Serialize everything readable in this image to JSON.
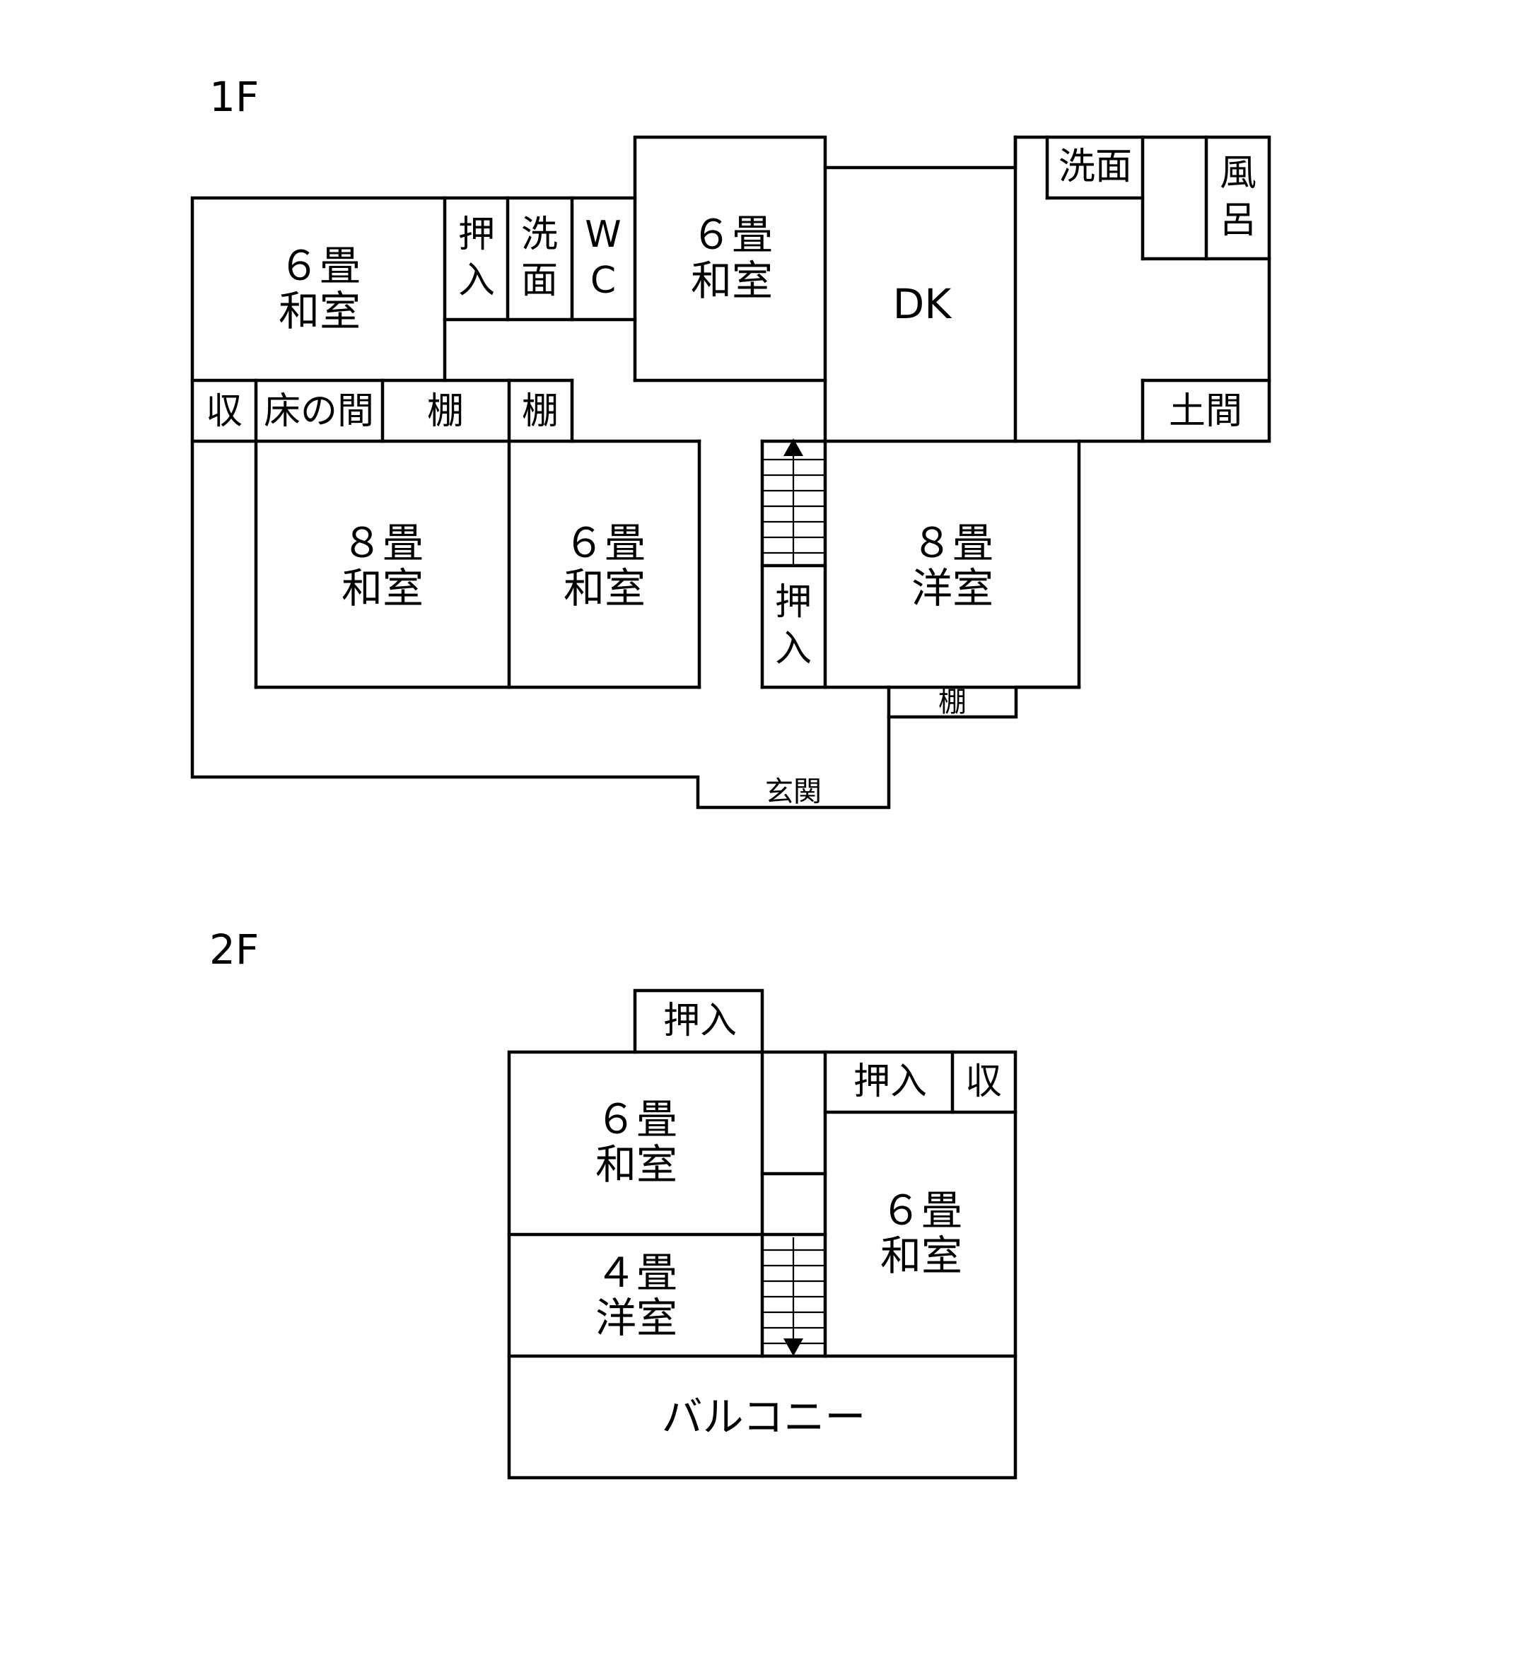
{
  "floors": {
    "f1": {
      "label": "1F",
      "rooms": {
        "r6_nw": [
          "６畳",
          "和室"
        ],
        "oshiire_top": [
          "押",
          "入"
        ],
        "senmen_top": [
          "洗",
          "面"
        ],
        "wc": [
          "W",
          "C"
        ],
        "r6_center": [
          "６畳",
          "和室"
        ],
        "dk": "DK",
        "senmen_ne": "洗面",
        "furo": [
          "風",
          "呂"
        ],
        "shuu_left": "収",
        "tokonoma": "床の間",
        "tana_a": "棚",
        "tana_b": "棚",
        "doma": "土間",
        "r8_wa": [
          "８畳",
          "和室"
        ],
        "r6_sw": [
          "６畳",
          "和室"
        ],
        "oshiire_stair": [
          "押",
          "入"
        ],
        "r8_you": [
          "８畳",
          "洋室"
        ],
        "tana_c": "棚",
        "genkan": "玄関"
      }
    },
    "f2": {
      "label": "2F",
      "rooms": {
        "oshiire_top": "押入",
        "oshiire_right": "押入",
        "shuu": "収",
        "r6_left": [
          "６畳",
          "和室"
        ],
        "r6_right": [
          "６畳",
          "和室"
        ],
        "r4_you": [
          "４畳",
          "洋室"
        ],
        "balcony": "バルコニー"
      }
    }
  }
}
